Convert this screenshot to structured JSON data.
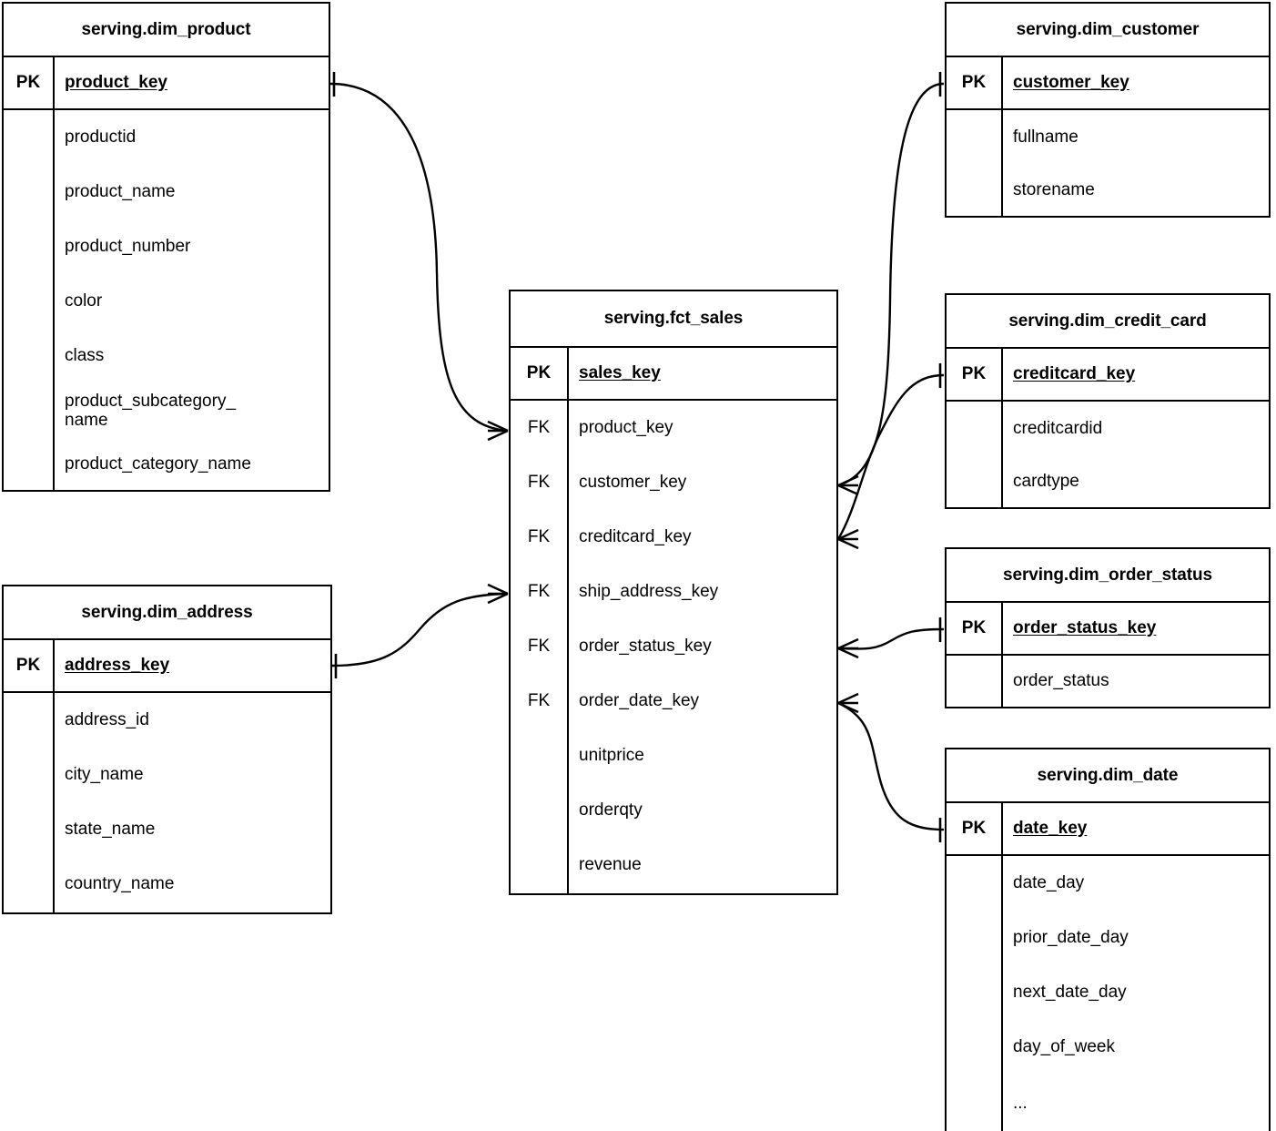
{
  "diagram": {
    "kind": "entity-relationship-diagram",
    "notation": "crows-foot",
    "line_color": "#000000",
    "background_color": "#ffffff",
    "pk_label": "PK",
    "fk_label": "FK"
  },
  "entities": [
    {
      "id": "dim_product",
      "title": "serving.dim_product",
      "pk": {
        "key": "PK",
        "name": "product_key"
      },
      "attributes": [
        {
          "key": "",
          "name": "productid"
        },
        {
          "key": "",
          "name": "product_name"
        },
        {
          "key": "",
          "name": "product_number"
        },
        {
          "key": "",
          "name": "color"
        },
        {
          "key": "",
          "name": "class"
        },
        {
          "key": "",
          "name": "product_subcategory_\nname"
        },
        {
          "key": "",
          "name": "product_category_name"
        }
      ]
    },
    {
      "id": "dim_address",
      "title": "serving.dim_address",
      "pk": {
        "key": "PK",
        "name": "address_key"
      },
      "attributes": [
        {
          "key": "",
          "name": "address_id"
        },
        {
          "key": "",
          "name": "city_name"
        },
        {
          "key": "",
          "name": "state_name"
        },
        {
          "key": "",
          "name": "country_name"
        }
      ]
    },
    {
      "id": "fct_sales",
      "title": "serving.fct_sales",
      "pk": {
        "key": "PK",
        "name": "sales_key"
      },
      "attributes": [
        {
          "key": "FK",
          "name": "product_key"
        },
        {
          "key": "FK",
          "name": "customer_key"
        },
        {
          "key": "FK",
          "name": "creditcard_key"
        },
        {
          "key": "FK",
          "name": "ship_address_key"
        },
        {
          "key": "FK",
          "name": "order_status_key"
        },
        {
          "key": "FK",
          "name": "order_date_key"
        },
        {
          "key": "",
          "name": "unitprice"
        },
        {
          "key": "",
          "name": "orderqty"
        },
        {
          "key": "",
          "name": "revenue"
        }
      ]
    },
    {
      "id": "dim_customer",
      "title": "serving.dim_customer",
      "pk": {
        "key": "PK",
        "name": "customer_key"
      },
      "attributes": [
        {
          "key": "",
          "name": "fullname"
        },
        {
          "key": "",
          "name": "storename"
        }
      ]
    },
    {
      "id": "dim_credit_card",
      "title": "serving.dim_credit_card",
      "pk": {
        "key": "PK",
        "name": "creditcard_key"
      },
      "attributes": [
        {
          "key": "",
          "name": "creditcardid"
        },
        {
          "key": "",
          "name": "cardtype"
        }
      ]
    },
    {
      "id": "dim_order_status",
      "title": "serving.dim_order_status",
      "pk": {
        "key": "PK",
        "name": "order_status_key"
      },
      "attributes": [
        {
          "key": "",
          "name": "order_status"
        }
      ]
    },
    {
      "id": "dim_date",
      "title": "serving.dim_date",
      "pk": {
        "key": "PK",
        "name": "date_key"
      },
      "attributes": [
        {
          "key": "",
          "name": "date_day"
        },
        {
          "key": "",
          "name": "prior_date_day"
        },
        {
          "key": "",
          "name": "next_date_day"
        },
        {
          "key": "",
          "name": "day_of_week"
        },
        {
          "key": "",
          "name": "..."
        }
      ]
    }
  ],
  "relationships": [
    {
      "id": "rel-product",
      "from": "dim_product.product_key",
      "to": "fct_sales.product_key",
      "from_cardinality": "one",
      "to_cardinality": "many"
    },
    {
      "id": "rel-address",
      "from": "dim_address.address_key",
      "to": "fct_sales.ship_address_key",
      "from_cardinality": "one",
      "to_cardinality": "many"
    },
    {
      "id": "rel-customer",
      "from": "dim_customer.customer_key",
      "to": "fct_sales.customer_key",
      "from_cardinality": "one",
      "to_cardinality": "many"
    },
    {
      "id": "rel-creditcard",
      "from": "dim_credit_card.creditcard_key",
      "to": "fct_sales.creditcard_key",
      "from_cardinality": "one",
      "to_cardinality": "many"
    },
    {
      "id": "rel-order-status",
      "from": "dim_order_status.order_status_key",
      "to": "fct_sales.order_status_key",
      "from_cardinality": "one",
      "to_cardinality": "many"
    },
    {
      "id": "rel-date",
      "from": "dim_date.date_key",
      "to": "fct_sales.order_date_key",
      "from_cardinality": "one",
      "to_cardinality": "many"
    }
  ]
}
